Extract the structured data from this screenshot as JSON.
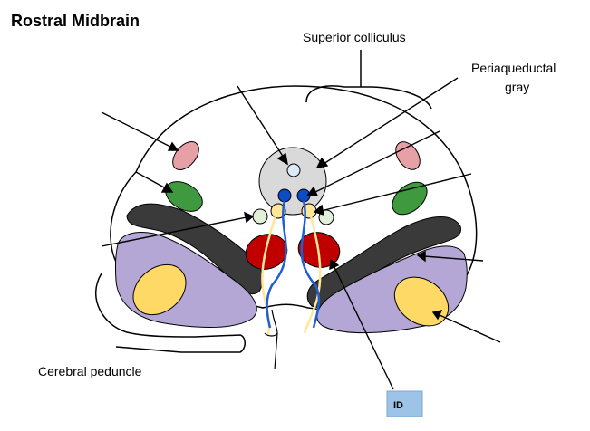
{
  "title": "Rostral Midbrain",
  "labels": {
    "superior_colliculus": "Superior colliculus",
    "periaqueductal_gray_line1": "Periaqueductal",
    "periaqueductal_gray_line2": "gray",
    "cerebral_peduncle": "Cerebral peduncle"
  },
  "badge": {
    "text": "ID",
    "color": "#9dc3e6"
  },
  "colors": {
    "outline": "#000000",
    "periaqueductal_gray": "#d9d9d9",
    "aqueduct": "#ddebf7",
    "oculomotor_nucleus": "#0b4cc4",
    "red_nucleus": "#c00000",
    "pink_structure": "#e6a0a6",
    "green_structure": "#3f9a3f",
    "dark_band": "#3a3a3a",
    "peduncle_purple": "#b4a7d6",
    "yellow_structure": "#ffd966",
    "small_pale_green": "#e2efd9",
    "small_pale_yellow": "#ffe699",
    "nerve_fibers_blue": "#1f5fd6",
    "nerve_fibers_yellow": "#ffe699"
  }
}
